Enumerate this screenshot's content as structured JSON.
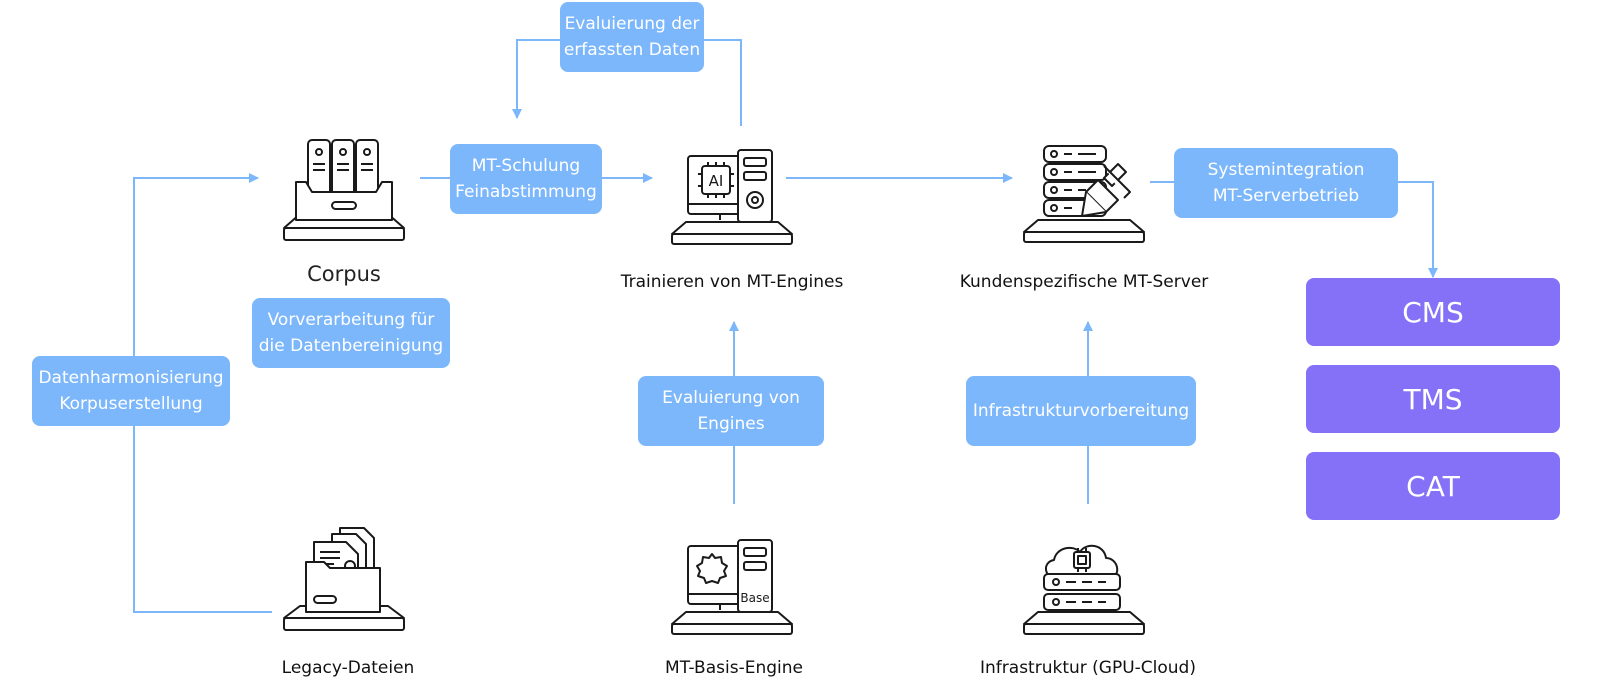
{
  "colors": {
    "pill": "#7cb7fb",
    "arrow": "#7cb7fb",
    "target": "#8471f8",
    "icon_stroke": "#1a1a1a"
  },
  "nodes": {
    "corpus": {
      "label": "Corpus",
      "icon": "archive-files-icon"
    },
    "train": {
      "label": "Trainieren von MT-Engines",
      "icon": "ai-computer-icon"
    },
    "server": {
      "label": "Kundenspezifische MT-Server",
      "icon": "server-edit-icon"
    },
    "legacy": {
      "label": "Legacy-Dateien",
      "icon": "folder-files-icon"
    },
    "base": {
      "label": "MT-Basis-Engine",
      "icon": "base-computer-icon",
      "badge": "Base"
    },
    "infra": {
      "label": "Infrastruktur (GPU-Cloud)",
      "icon": "cloud-server-icon"
    },
    "ai_chip_text": "AI"
  },
  "steps": {
    "evaluation_data": "Evaluierung der\nerfassten Daten",
    "mt_training": "MT-Schulung\nFeinabstimmung",
    "system_integration": "Systemintegration\nMT-Serverbetrieb",
    "preprocessing": "Vorverarbeitung für\ndie Datenbereinigung",
    "harmonization": "Datenharmonisierung\nKorpuserstellung",
    "engine_evaluation": "Evaluierung von\nEngines",
    "infra_prep": "Infrastrukturvorbereitung"
  },
  "targets": [
    "CMS",
    "TMS",
    "CAT"
  ]
}
